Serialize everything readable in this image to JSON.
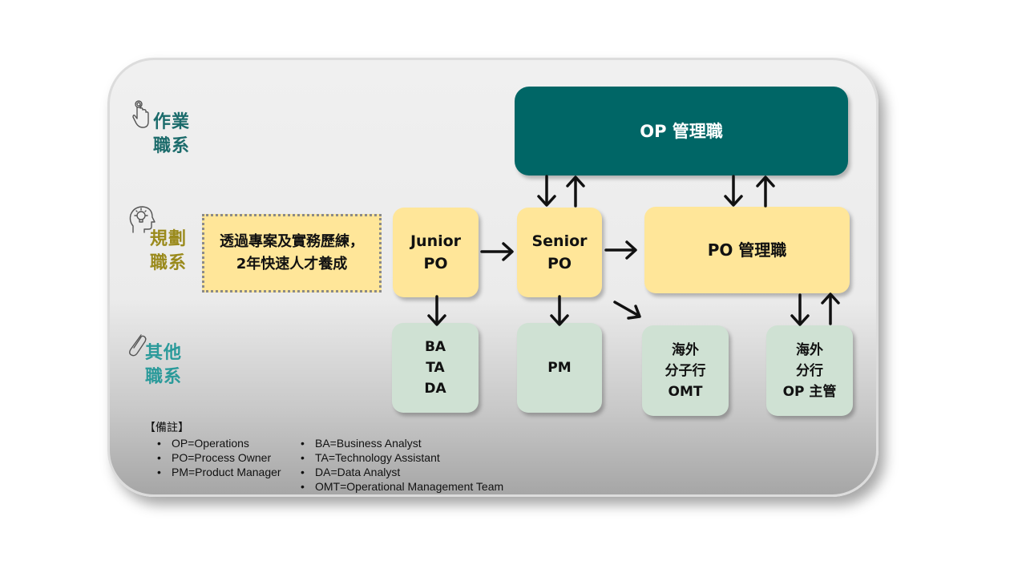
{
  "categories": {
    "ops": {
      "line1": "作業",
      "line2": "職系",
      "icon": "hand-pointer-icon"
    },
    "plan": {
      "line1": "規劃",
      "line2": "職系",
      "icon": "head-lightbulb-icon"
    },
    "other": {
      "line1": "其他",
      "line2": "職系",
      "icon": "paperclip-icon"
    }
  },
  "nodes": {
    "op_mgmt": "OP 管理職",
    "po_mgmt": "PO 管理職",
    "junior": {
      "line1": "Junior",
      "line2": "PO"
    },
    "senior": {
      "line1": "Senior",
      "line2": "PO"
    },
    "ba_ta_da": {
      "line1": "BA",
      "line2": "TA",
      "line3": "DA"
    },
    "pm": "PM",
    "overseas_omt": {
      "line1": "海外",
      "line2": "分子行",
      "line3": "OMT"
    },
    "overseas_op": {
      "line1": "海外",
      "line2": "分行",
      "line3": "OP 主管"
    },
    "training": {
      "line1": "透過專案及實務歷練，",
      "line2": "2年快速人才養成"
    }
  },
  "notes": {
    "title": "【備註】",
    "col1": [
      "OP=Operations",
      "PO=Process Owner",
      "PM=Product Manager"
    ],
    "col2": [
      "BA=Business Analyst",
      "TA=Technology Assistant",
      "DA=Data Analyst",
      "OMT=Operational Management Team"
    ]
  },
  "colors": {
    "teal": "#006666",
    "yellow": "#ffe699",
    "green": "#cfe1d3"
  }
}
